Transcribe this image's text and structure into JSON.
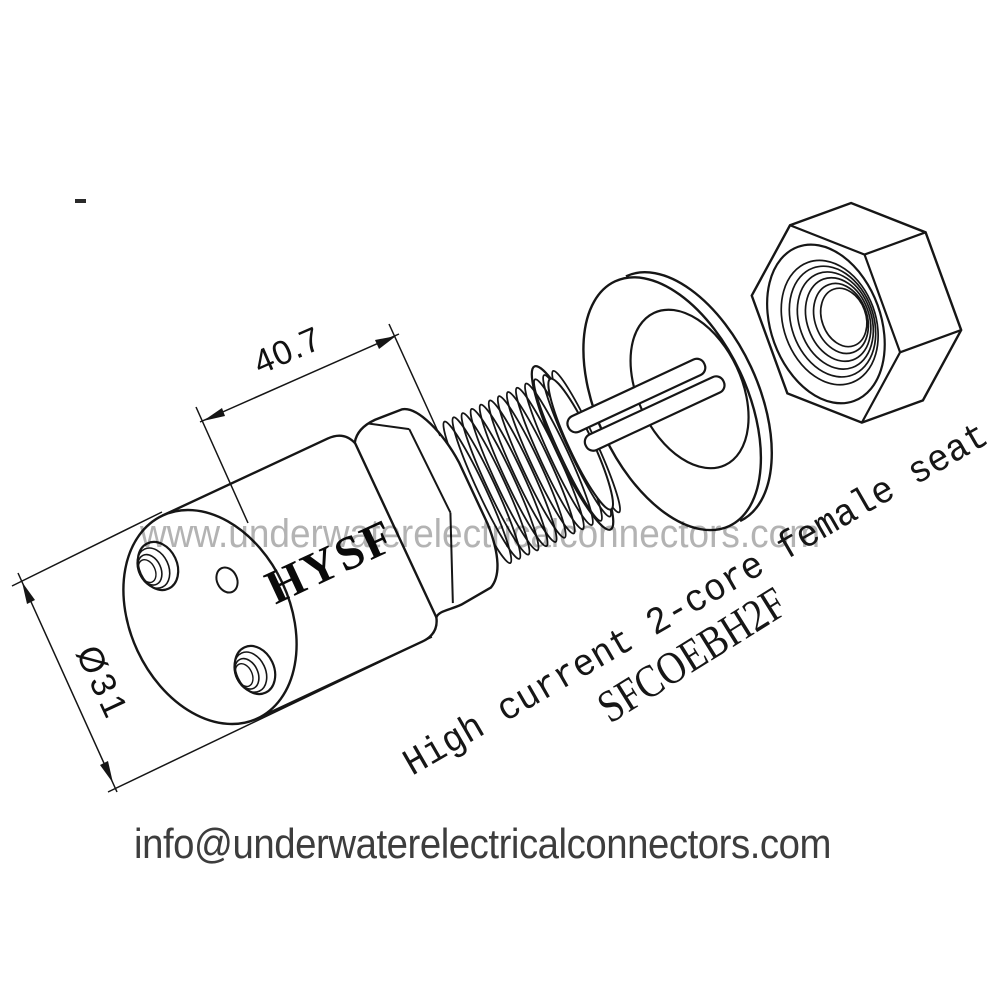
{
  "page": {
    "background": "#ffffff",
    "line_color": "#161616"
  },
  "watermark": {
    "text": "www.underwaterelectricalconnectors.com",
    "color": "#b3b3b3"
  },
  "footer": {
    "email": "info@underwaterelectricalconnectors.com",
    "color": "#3d3d3d"
  },
  "product": {
    "brand": "HYSF",
    "title": "High current 2-core female seat",
    "model": "SFCOEBH2F",
    "text_color": "#161616"
  },
  "dimensions": {
    "length": {
      "label": "40.7"
    },
    "diameter": {
      "label": "Ø31"
    }
  },
  "drawing": {
    "parts": [
      "connector-body",
      "socket-face-holes",
      "hex-flange",
      "threaded-stem",
      "o-ring",
      "contact-pins",
      "mounting-flange-disc",
      "hex-nut"
    ]
  }
}
